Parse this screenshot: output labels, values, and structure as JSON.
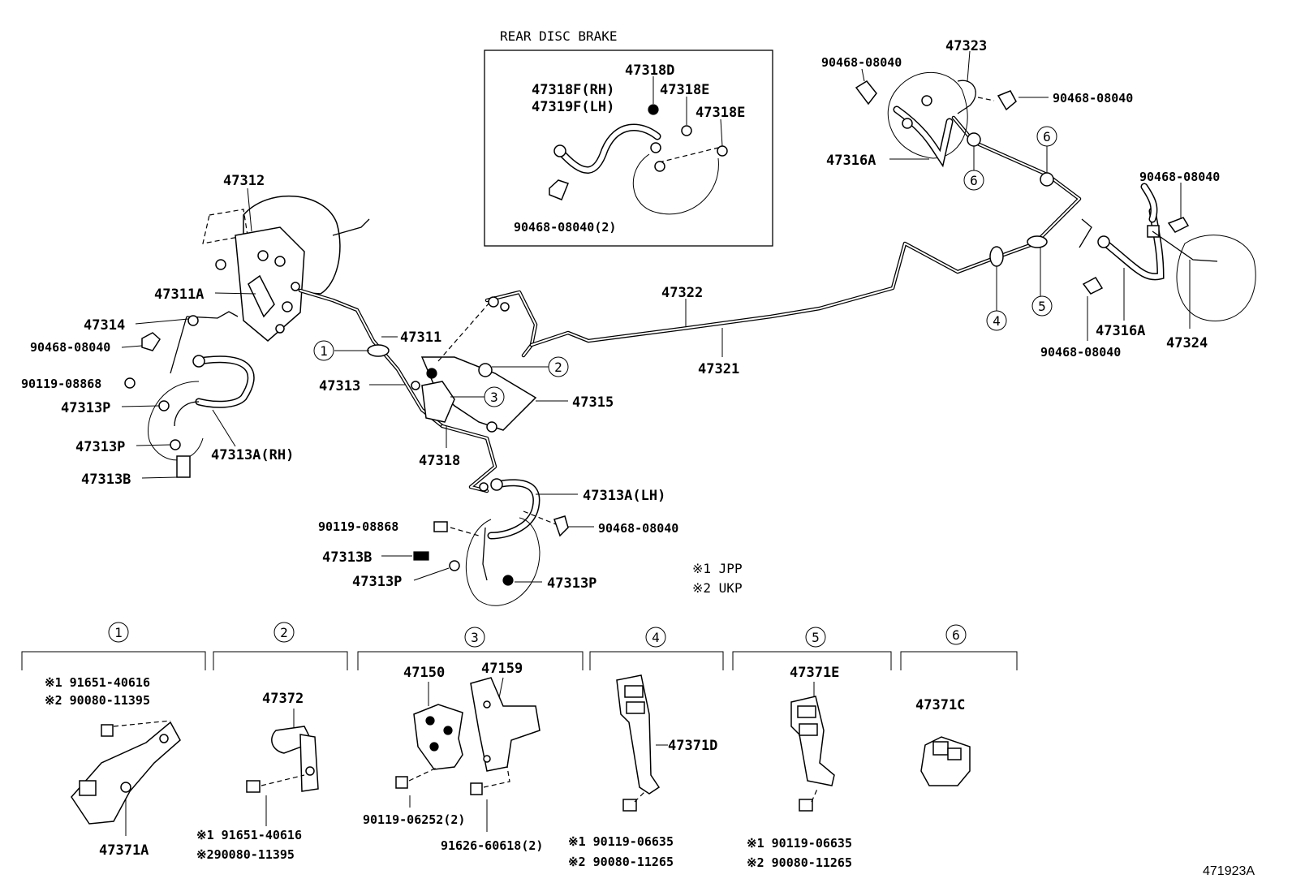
{
  "diagram_id": "471923A",
  "rear_disc_brake": {
    "title": "REAR DISC BRAKE",
    "labels": {
      "p47318D": "47318D",
      "p47318E_a": "47318E",
      "p47318E_b": "47318E",
      "p47318F": "47318F(RH)",
      "p47319F": "47319F(LH)",
      "clip": "90468-08040(2)"
    }
  },
  "labels": {
    "p47312": "47312",
    "p47311A": "47311A",
    "p47314": "47314",
    "clip_left": "90468-08040",
    "bolt_left": "90119-08868",
    "p47313P_1": "47313P",
    "p47313P_2": "47313P",
    "p47313B_left": "47313B",
    "p47313A_rh": "47313A(RH)",
    "p47311": "47311",
    "p47313": "47313",
    "p47315": "47315",
    "p47318": "47318",
    "p47313A_lh": "47313A(LH)",
    "bolt_center": "90119-08868",
    "clip_center": "90468-08040",
    "p47313B_center": "47313B",
    "p47313P_3": "47313P",
    "p47313P_4": "47313P",
    "p47322": "47322",
    "p47321": "47321",
    "p47323": "47323",
    "clip_tr_1": "90468-08040",
    "clip_tr_2": "90468-08040",
    "p47316A_top": "47316A",
    "clip_right_1": "90468-08040",
    "clip_right_2": "90468-08040",
    "p47316A_right": "47316A",
    "p47324": "47324"
  },
  "callouts": [
    "1",
    "2",
    "3",
    "4",
    "5",
    "6"
  ],
  "notes": {
    "note1": "※1 JPP",
    "note2": "※2 UKP"
  },
  "details": [
    {
      "num": "1",
      "parts": [
        "※1 91651-40616",
        "※2 90080-11395",
        "47371A"
      ]
    },
    {
      "num": "2",
      "parts": [
        "47372",
        "※1 91651-40616",
        "※290080-11395"
      ]
    },
    {
      "num": "3",
      "parts": [
        "47150",
        "47159",
        "90119-06252(2)",
        "91626-60618(2)"
      ]
    },
    {
      "num": "4",
      "parts": [
        "47371D",
        "※1 90119-06635",
        "※2 90080-11265"
      ]
    },
    {
      "num": "5",
      "parts": [
        "47371E",
        "※1 90119-06635",
        "※2 90080-11265"
      ]
    },
    {
      "num": "6",
      "parts": [
        "47371C"
      ]
    }
  ]
}
